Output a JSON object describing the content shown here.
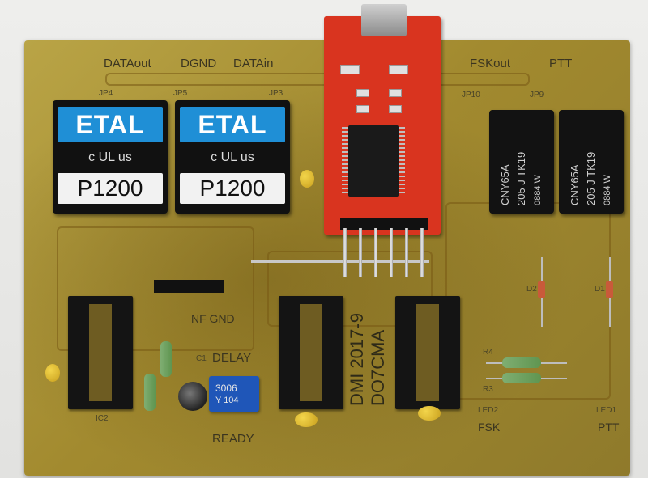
{
  "labels": {
    "data_out": "DATAout",
    "dgnd": "DGND",
    "data_in": "DATAin",
    "fsk_out": "FSKout",
    "ptt_top": "PTT",
    "jp4": "JP4",
    "jp5": "JP5",
    "jp3": "JP3",
    "jp10": "JP10",
    "jp9": "JP9",
    "nf_gnd": "NF GND",
    "c1": "C1",
    "delay": "DELAY",
    "ready": "READY",
    "ic2": "IC2",
    "d2": "D2",
    "d1": "D1",
    "r4": "R4",
    "r3": "R3",
    "led2": "LED2",
    "led1": "LED1",
    "fsk": "FSK",
    "ptt_bottom": "PTT",
    "board_id": "DMI 2017-9",
    "callsign": "DO7CMA"
  },
  "relay_left": {
    "brand": "ETAL",
    "cert": "c UL us",
    "model": "P1200"
  },
  "relay_right": {
    "brand": "ETAL",
    "cert": "c UL us",
    "model": "P1200"
  },
  "opto_left": {
    "line1": "CNY65A",
    "line2": "205 J TK19",
    "line3": "0884 W"
  },
  "opto_right": {
    "line1": "CNY65A",
    "line2": "205 J TK19",
    "line3": "0884 W"
  },
  "pot": {
    "line1": "3006",
    "line2": "Y 104"
  },
  "colors": {
    "board": "#a8902f",
    "relay_blue": "#1f8fd6",
    "ftdi_red": "#d9341f",
    "pot_blue": "#1f56b8"
  }
}
